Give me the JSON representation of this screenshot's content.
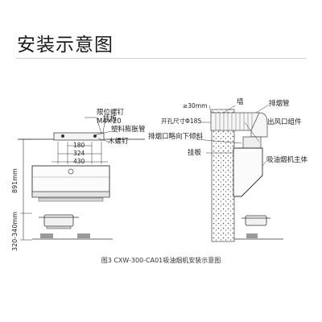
{
  "title": "安装示意图",
  "left_diagram": {
    "labels": {
      "limit_screw": "限位螺钉",
      "limit_screw_spec": "M4×20",
      "hanging_plate": "挂板",
      "plastic_anchor": "塑料膨胀管",
      "wood_screw": "木螺钉"
    },
    "dims": {
      "d180": "180",
      "d324": "324",
      "d430": "430",
      "height_891": "891mm",
      "height_320_340": "320-340mm"
    }
  },
  "right_diagram": {
    "labels": {
      "wall": "墙",
      "exhaust_pipe": "排烟管",
      "gap": "≥30mm",
      "hole_size": "开孔尺寸Φ185",
      "outlet_assembly": "出风口组件",
      "outlet_tilt": "排烟口略向下倾斜",
      "hanging_plate": "挂板",
      "hood_body": "吸油烟机主体"
    }
  },
  "caption": "图3  CXW-300-CA01吸油烟机安装示意图"
}
